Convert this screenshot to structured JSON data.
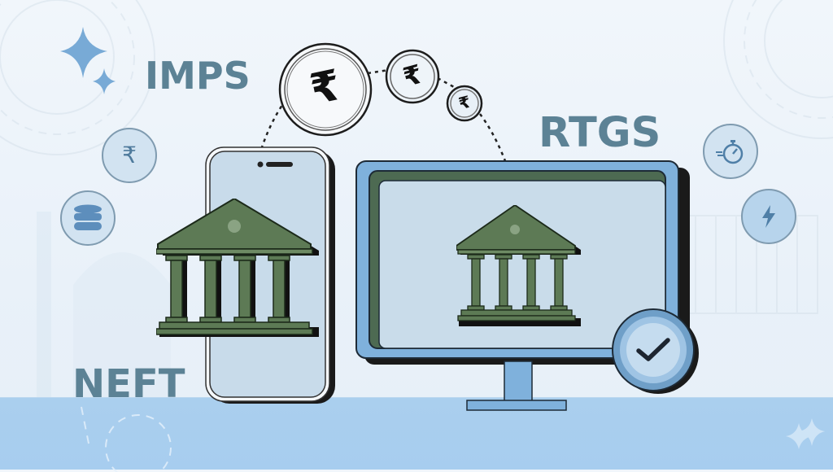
{
  "labels": {
    "imps": "IMPS",
    "rtgs": "RTGS",
    "neft": "NEFT"
  },
  "coins": [
    {
      "symbol": "₹",
      "size": "large"
    },
    {
      "symbol": "₹",
      "size": "medium"
    },
    {
      "symbol": "₹",
      "size": "small"
    }
  ],
  "side_badges": {
    "left": [
      {
        "icon": "rupee-icon",
        "symbol": "₹"
      },
      {
        "icon": "coin-stack-icon"
      }
    ],
    "right": [
      {
        "icon": "stopwatch-icon"
      },
      {
        "icon": "lightning-icon"
      }
    ]
  },
  "devices": {
    "phone": {
      "content": "bank-building-icon"
    },
    "monitor": {
      "content": "bank-building-icon",
      "status": "check-icon"
    }
  },
  "colors": {
    "label_text": "#5c8295",
    "accent_blue": "#7fb1dc",
    "bank_green": "#5d7a55",
    "floor": "#a9cfef",
    "background": "#eef4fa"
  }
}
